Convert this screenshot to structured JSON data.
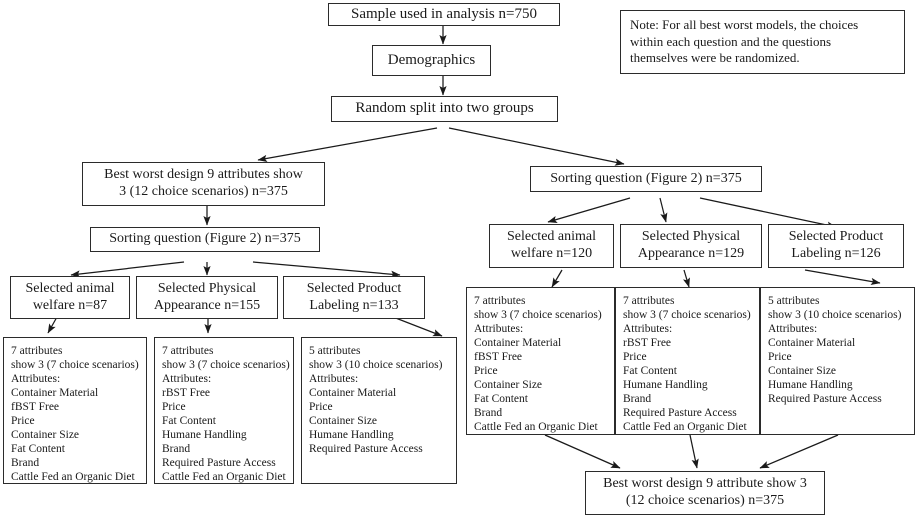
{
  "figure": {
    "type": "flowchart",
    "title": "Experimental design flow diagram"
  },
  "nodes": {
    "sample": "Sample used in analysis n=750",
    "demographics": "Demographics",
    "random_split": "Random split into two groups",
    "left_bestworst_line1": "Best worst design 9 attributes show",
    "left_bestworst_line2": "3 (12 choice scenarios) n=375",
    "left_sorting": "Sorting question (Figure 2) n=375",
    "right_sorting": "Sorting question (Figure 2) n=375",
    "left_sel_animal_line1": "Selected animal",
    "left_sel_animal_line2": "welfare n=87",
    "left_sel_physical_line1": "Selected Physical",
    "left_sel_physical_line2": "Appearance n=155",
    "left_sel_product_line1": "Selected Product",
    "left_sel_product_line2": "Labeling n=133",
    "right_sel_animal_line1": "Selected animal",
    "right_sel_animal_line2": "welfare n=120",
    "right_sel_physical_line1": "Selected Physical",
    "right_sel_physical_line2": "Appearance n=129",
    "right_sel_product_line1": "Selected Product",
    "right_sel_product_line2": "Labeling n=126",
    "bottom_bestworst_line1": "Best worst design 9 attribute show 3",
    "bottom_bestworst_line2": "(12 choice scenarios) n=375"
  },
  "note": {
    "line1": "Note: For all best worst models, the choices",
    "line2": "within each question and the questions",
    "line3": "themselves were be randomized."
  },
  "attribute_boxes": {
    "left_animal": [
      "7 attributes",
      "show 3 (7 choice scenarios)",
      "Attributes:",
      "Container Material",
      "fBST Free",
      "Price",
      "Container Size",
      "Fat Content",
      "Brand",
      "Cattle Fed an Organic Diet"
    ],
    "left_physical": [
      "7 attributes",
      "show 3 (7 choice scenarios)",
      "Attributes:",
      "rBST Free",
      "Price",
      "Fat Content",
      "Humane Handling",
      "Brand",
      "Required Pasture Access",
      "Cattle Fed an Organic Diet"
    ],
    "left_product": [
      "5 attributes",
      "show 3 (10 choice scenarios)",
      "Attributes:",
      "Container Material",
      "Price",
      "Container Size",
      "Humane Handling",
      "Required Pasture Access"
    ],
    "right_animal": [
      "7 attributes",
      "show 3 (7 choice scenarios)",
      "Attributes:",
      "Container Material",
      "fBST Free",
      "Price",
      "Container Size",
      "Fat Content",
      "Brand",
      "Cattle Fed an Organic Diet"
    ],
    "right_physical": [
      "7 attributes",
      "show 3 (7 choice scenarios)",
      "Attributes:",
      "rBST Free",
      "Price",
      "Fat Content",
      "Humane Handling",
      "Brand",
      "Required Pasture Access",
      "Cattle Fed an Organic Diet"
    ],
    "right_product": [
      "5 attributes",
      "show 3 (10 choice scenarios)",
      "Attributes:",
      "Container Material",
      "Price",
      "Container Size",
      "Humane Handling",
      "Required Pasture Access"
    ]
  },
  "colors": {
    "background": "#ffffff",
    "border": "#2b2b2b",
    "text": "#1a1a1a",
    "arrow": "#1a1a1a"
  }
}
